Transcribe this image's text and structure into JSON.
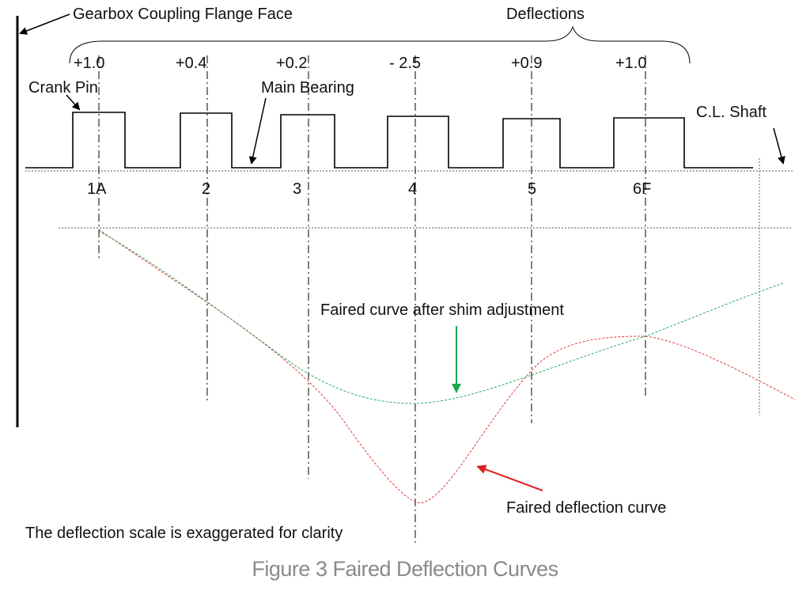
{
  "labels": {
    "flange_face": "Gearbox Coupling Flange Face",
    "deflections_heading": "Deflections",
    "crank_pin": "Crank Pin",
    "main_bearing": "Main Bearing",
    "cl_shaft": "C.L. Shaft",
    "shim_curve": "Faired curve after shim adjustment",
    "deflection_curve": "Faired deflection curve",
    "scale_note": "The deflection scale is exaggerated for clarity"
  },
  "cylinders": [
    {
      "number": "1A",
      "deflection": "+1.0"
    },
    {
      "number": "2",
      "deflection": "+0.4"
    },
    {
      "number": "3",
      "deflection": "+0.2"
    },
    {
      "number": "4",
      "deflection": "- 2.5"
    },
    {
      "number": "5",
      "deflection": "+0.9"
    },
    {
      "number": "6F",
      "deflection": "+1.0"
    }
  ],
  "caption": "Figure 3 Faired Deflection Curves",
  "colors": {
    "shim_curve": "#2aa860",
    "deflection_curve": "#e23b3b",
    "shim_arrow": "#1aa84a",
    "deflection_arrow": "#e01f1f",
    "caption": "#8a8a8a"
  }
}
